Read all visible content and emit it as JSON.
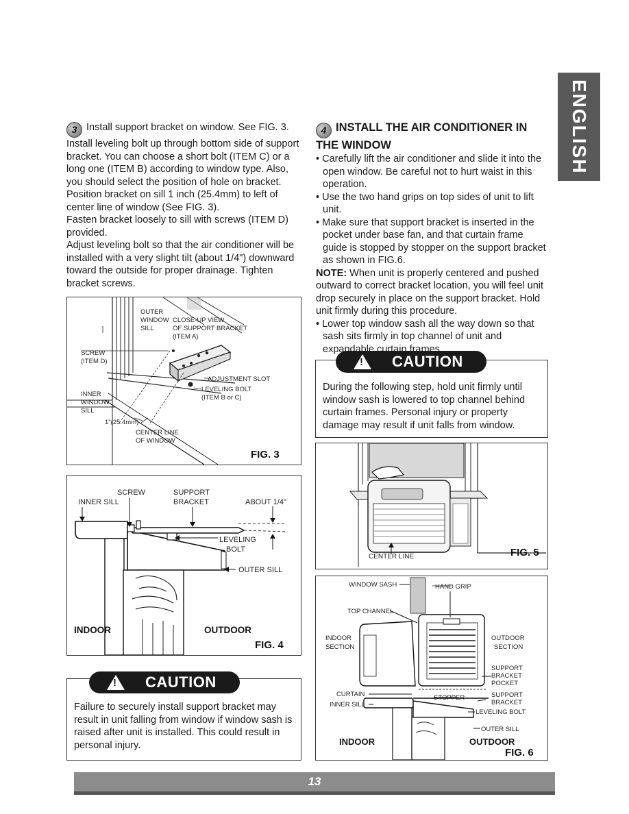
{
  "tab": {
    "label": "ENGLISH"
  },
  "left": {
    "step_number": "3",
    "step3_lines": [
      "Install support bracket on window. See FIG. 3.",
      "Install leveling bolt up through bottom side of support bracket. You can choose a short bolt (ITEM C) or a long one (ITEM B) according to window type. Also, you should select the position of hole on bracket.",
      "Position bracket on sill 1 inch (25.4mm) to left of center line of window (See FIG. 3).",
      "Fasten bracket loosely to sill with screws (ITEM D) provided.",
      "Adjust leveling bolt so that the air conditioner will be installed with a very slight tilt (about 1/4\") downward toward the outside for proper drainage. Tighten bracket screws."
    ],
    "fig3": {
      "caption": "FIG. 3",
      "labels": {
        "outer_window_sill": [
          "OUTER",
          "WINDOW",
          "SILL"
        ],
        "closeup": [
          "CLOSE-UP VIEW",
          "OF SUPPORT BRACKET",
          "(ITEM A)"
        ],
        "screw": [
          "SCREW",
          "(ITEM D)"
        ],
        "adjustment_slot": "ADJUSTMENT SLOT",
        "leveling_bolt": [
          "LEVELING BOLT",
          "(ITEM B or C)"
        ],
        "inner_window_sill": [
          "INNER",
          "WINDOW",
          "SILL"
        ],
        "inch": "1\"(25.4mm)",
        "center_line": [
          "CENTER LINE",
          "OF WINDOW"
        ]
      }
    },
    "fig4": {
      "caption": "FIG. 4",
      "labels": {
        "screw": "SCREW",
        "support_bracket": [
          "SUPPORT",
          "BRACKET"
        ],
        "inner_sill": "INNER SILL",
        "about": "ABOUT 1/4\"",
        "leveling_bolt": [
          "LEVELING",
          "BOLT"
        ],
        "outer_sill": "OUTER SILL",
        "indoor": "INDOOR",
        "outdoor": "OUTDOOR"
      }
    },
    "caution": {
      "title": "CAUTION",
      "text": "Failure to securely install support bracket may result in unit falling from window if window sash is raised after unit is installed. This could result in personal injury."
    }
  },
  "right": {
    "step_number": "4",
    "heading": "INSTALL THE AIR CONDITIONER IN THE WINDOW",
    "bullets_a": [
      "Carefully lift the air conditioner and slide it into the open window. Be careful not to hurt waist in this operation.",
      "Use the two hand grips on top sides of unit to lift unit.",
      "Make sure that support bracket is inserted in the pocket under base fan, and that curtain frame guide is stopped by stopper on the support bracket as shown in FIG.6."
    ],
    "note_label": "NOTE:",
    "note_text": " When unit is properly centered and pushed outward to correct bracket location, you will feel unit drop securely in place on the support bracket. Hold unit firmly during this procedure.",
    "bullets_b": [
      "Lower top window sash all the way down so that sash sits firmly in top channel of unit and expandable curtain frames."
    ],
    "caution": {
      "title": "CAUTION",
      "text": "During the following step, hold unit firmly until window sash is lowered to top channel behind curtain frames. Personal injury or property damage may result if unit falls from window."
    },
    "fig5": {
      "caption": "FIG. 5",
      "center_line": "CENTER LINE"
    },
    "fig6": {
      "caption": "FIG. 6",
      "labels": {
        "window_sash": "WINDOW SASH",
        "hand_grip": "HAND GRIP",
        "top_channel": "TOP CHANNEL",
        "indoor_section": [
          "INDOOR",
          "SECTION"
        ],
        "outdoor_section": [
          "OUTDOOR",
          "SECTION"
        ],
        "support_bracket_pocket": [
          "SUPPORT",
          "BRACKET",
          "POCKET"
        ],
        "curtain": "CURTAIN",
        "stopper": "STOPPER",
        "support_bracket": [
          "SUPPORT",
          "BRACKET"
        ],
        "inner_sill": "INNER SILL",
        "leveling_bolt": "LEVELING BOLT",
        "outer_sill": "OUTER SILL",
        "indoor": "INDOOR",
        "outdoor": "OUTDOOR"
      }
    }
  },
  "footer": {
    "page_number": "13"
  }
}
